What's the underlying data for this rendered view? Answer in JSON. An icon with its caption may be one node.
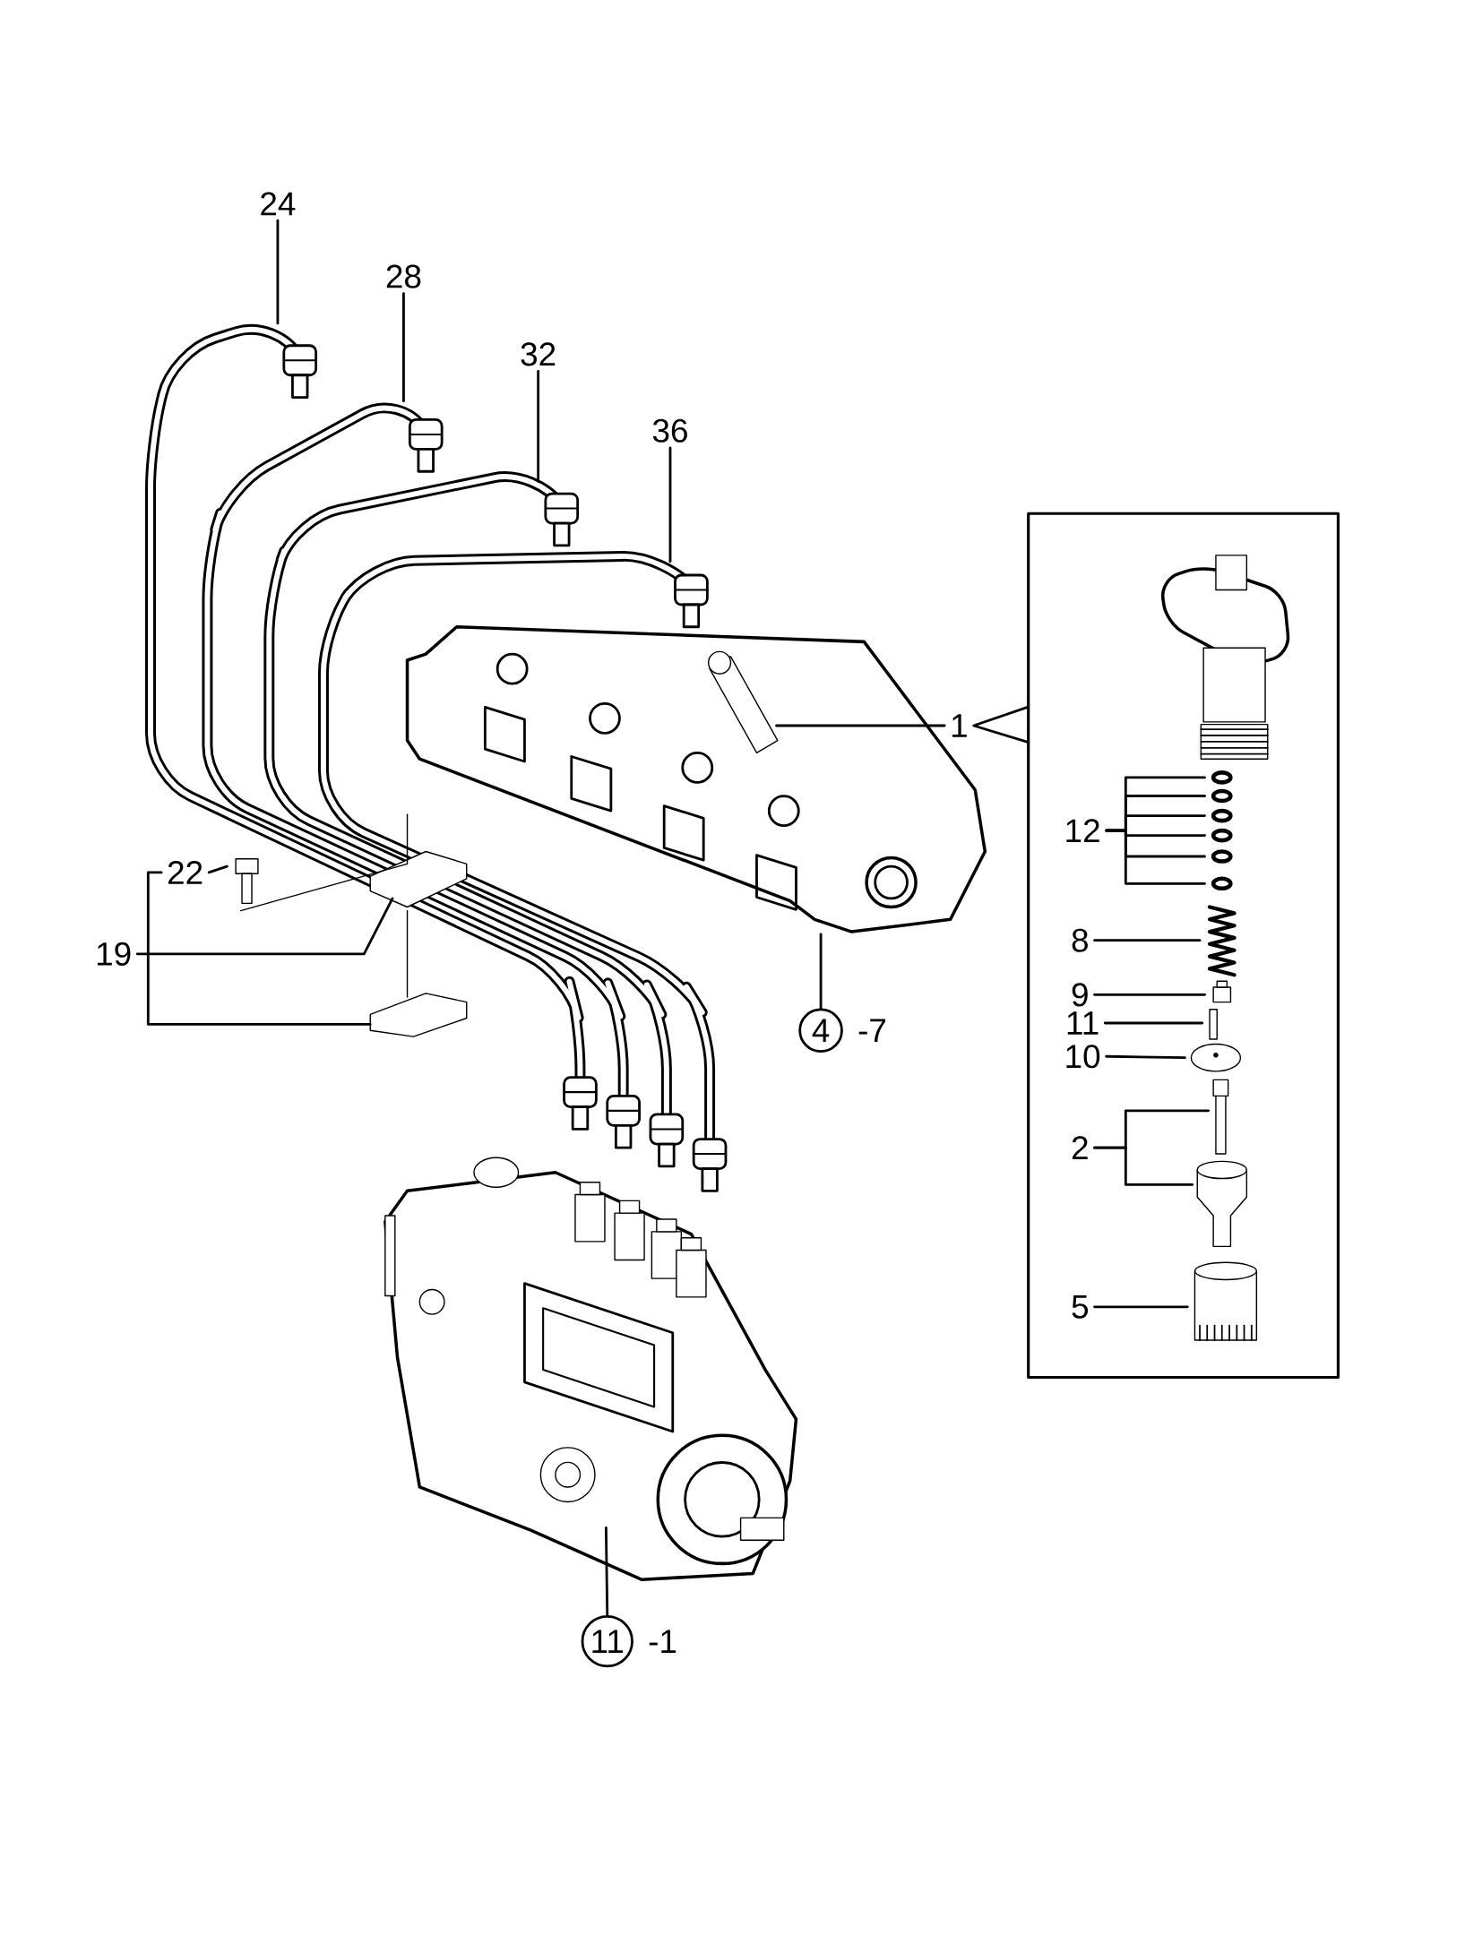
{
  "diagram": {
    "nodes": [
      {
        "text": [
          "24"
        ]
      },
      {
        "text": [
          "28"
        ]
      },
      {
        "text": [
          "32"
        ]
      },
      {
        "text": [
          "36"
        ]
      },
      {
        "text": [
          "1"
        ]
      },
      {
        "text": [],
        "shape": "box"
      },
      {
        "text": [
          "12"
        ],
        "in": 5
      },
      {
        "text": [
          "8"
        ],
        "in": 5
      },
      {
        "text": [
          "9"
        ],
        "in": 5
      },
      {
        "text": [
          "11"
        ],
        "in": 5
      },
      {
        "text": [
          "10"
        ],
        "in": 5
      },
      {
        "text": [
          "2"
        ],
        "in": 5
      },
      {
        "text": [
          "5"
        ],
        "in": 5
      },
      {
        "text": [
          "22"
        ]
      },
      {
        "text": [
          "19"
        ]
      },
      {
        "text": [
          "4"
        ],
        "beside": [
          "-7"
        ]
      },
      {
        "text": [
          "11"
        ],
        "beside": [
          "-1"
        ]
      }
    ],
    "edges": [
      {
        "from": 0,
        "to": null,
        "arrow": "none"
      },
      {
        "from": 1,
        "to": null,
        "arrow": "none"
      },
      {
        "from": 2,
        "to": null,
        "arrow": "none"
      },
      {
        "from": 3,
        "to": null,
        "arrow": "none"
      },
      {
        "from": 4,
        "to": null,
        "arrow": "none"
      },
      {
        "from": 4,
        "to": 5,
        "arrow": "none"
      },
      {
        "from": 6,
        "to": null,
        "arrow": "none"
      },
      {
        "from": 6,
        "to": null,
        "arrow": "none"
      },
      {
        "from": 6,
        "to": null,
        "arrow": "none"
      },
      {
        "from": 6,
        "to": null,
        "arrow": "none"
      },
      {
        "from": 6,
        "to": null,
        "arrow": "none"
      },
      {
        "from": 6,
        "to": null,
        "arrow": "none"
      },
      {
        "from": 7,
        "to": null,
        "arrow": "none"
      },
      {
        "from": 8,
        "to": null,
        "arrow": "none"
      },
      {
        "from": 9,
        "to": null,
        "arrow": "none"
      },
      {
        "from": 10,
        "to": null,
        "arrow": "none"
      },
      {
        "from": 11,
        "to": null,
        "arrow": "none"
      },
      {
        "from": 11,
        "to": null,
        "arrow": "none"
      },
      {
        "from": 12,
        "to": null,
        "arrow": "none"
      },
      {
        "from": 13,
        "to": null,
        "arrow": "none"
      },
      {
        "from": 13,
        "to": null,
        "arrow": "none"
      },
      {
        "from": 14,
        "to": null,
        "arrow": "none"
      },
      {
        "from": 15,
        "to": null,
        "arrow": "none"
      },
      {
        "from": 16,
        "to": null,
        "arrow": "none"
      }
    ]
  }
}
